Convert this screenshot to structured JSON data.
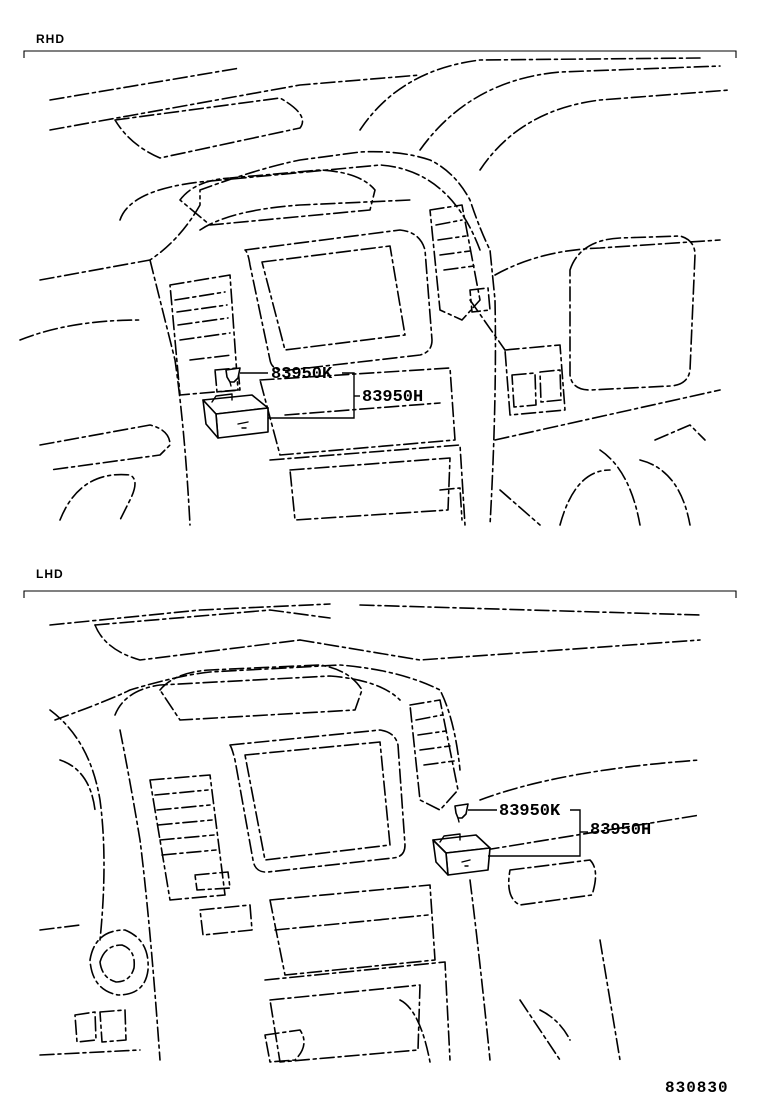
{
  "sections": [
    {
      "label": "RHD",
      "parts": [
        "83950K",
        "83950H"
      ]
    },
    {
      "label": "LHD",
      "parts": [
        "83950K",
        "83950H"
      ]
    }
  ],
  "diagram_code": "830830"
}
